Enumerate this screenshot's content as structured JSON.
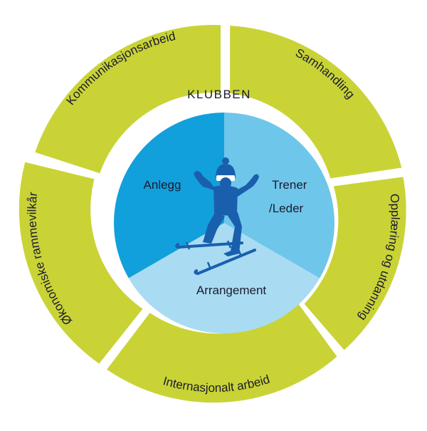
{
  "center_title": "KLUBBEN",
  "ring_segments": [
    {
      "label": "Kommunikasjonsarbeid"
    },
    {
      "label": "Samhandling"
    },
    {
      "label": "Opplæring og utdanning"
    },
    {
      "label": "Internasjonalt arbeid"
    },
    {
      "label": "Økonomiske rammevilkår"
    }
  ],
  "pie_segments": [
    {
      "line1": "Anlegg",
      "line2": ""
    },
    {
      "line1": "Trener",
      "line2": "/Leder"
    },
    {
      "line1": "Arrangement",
      "line2": ""
    }
  ],
  "colors": {
    "ring": "#c9d336",
    "pie_anlegg": "#12a0dc",
    "pie_trener": "#6ec6ea",
    "pie_arrangement": "#a9dcf2",
    "skier": "#1a5fae",
    "ski": "#1a5fae",
    "text": "#1b1b2f"
  },
  "icon": "skier-icon"
}
